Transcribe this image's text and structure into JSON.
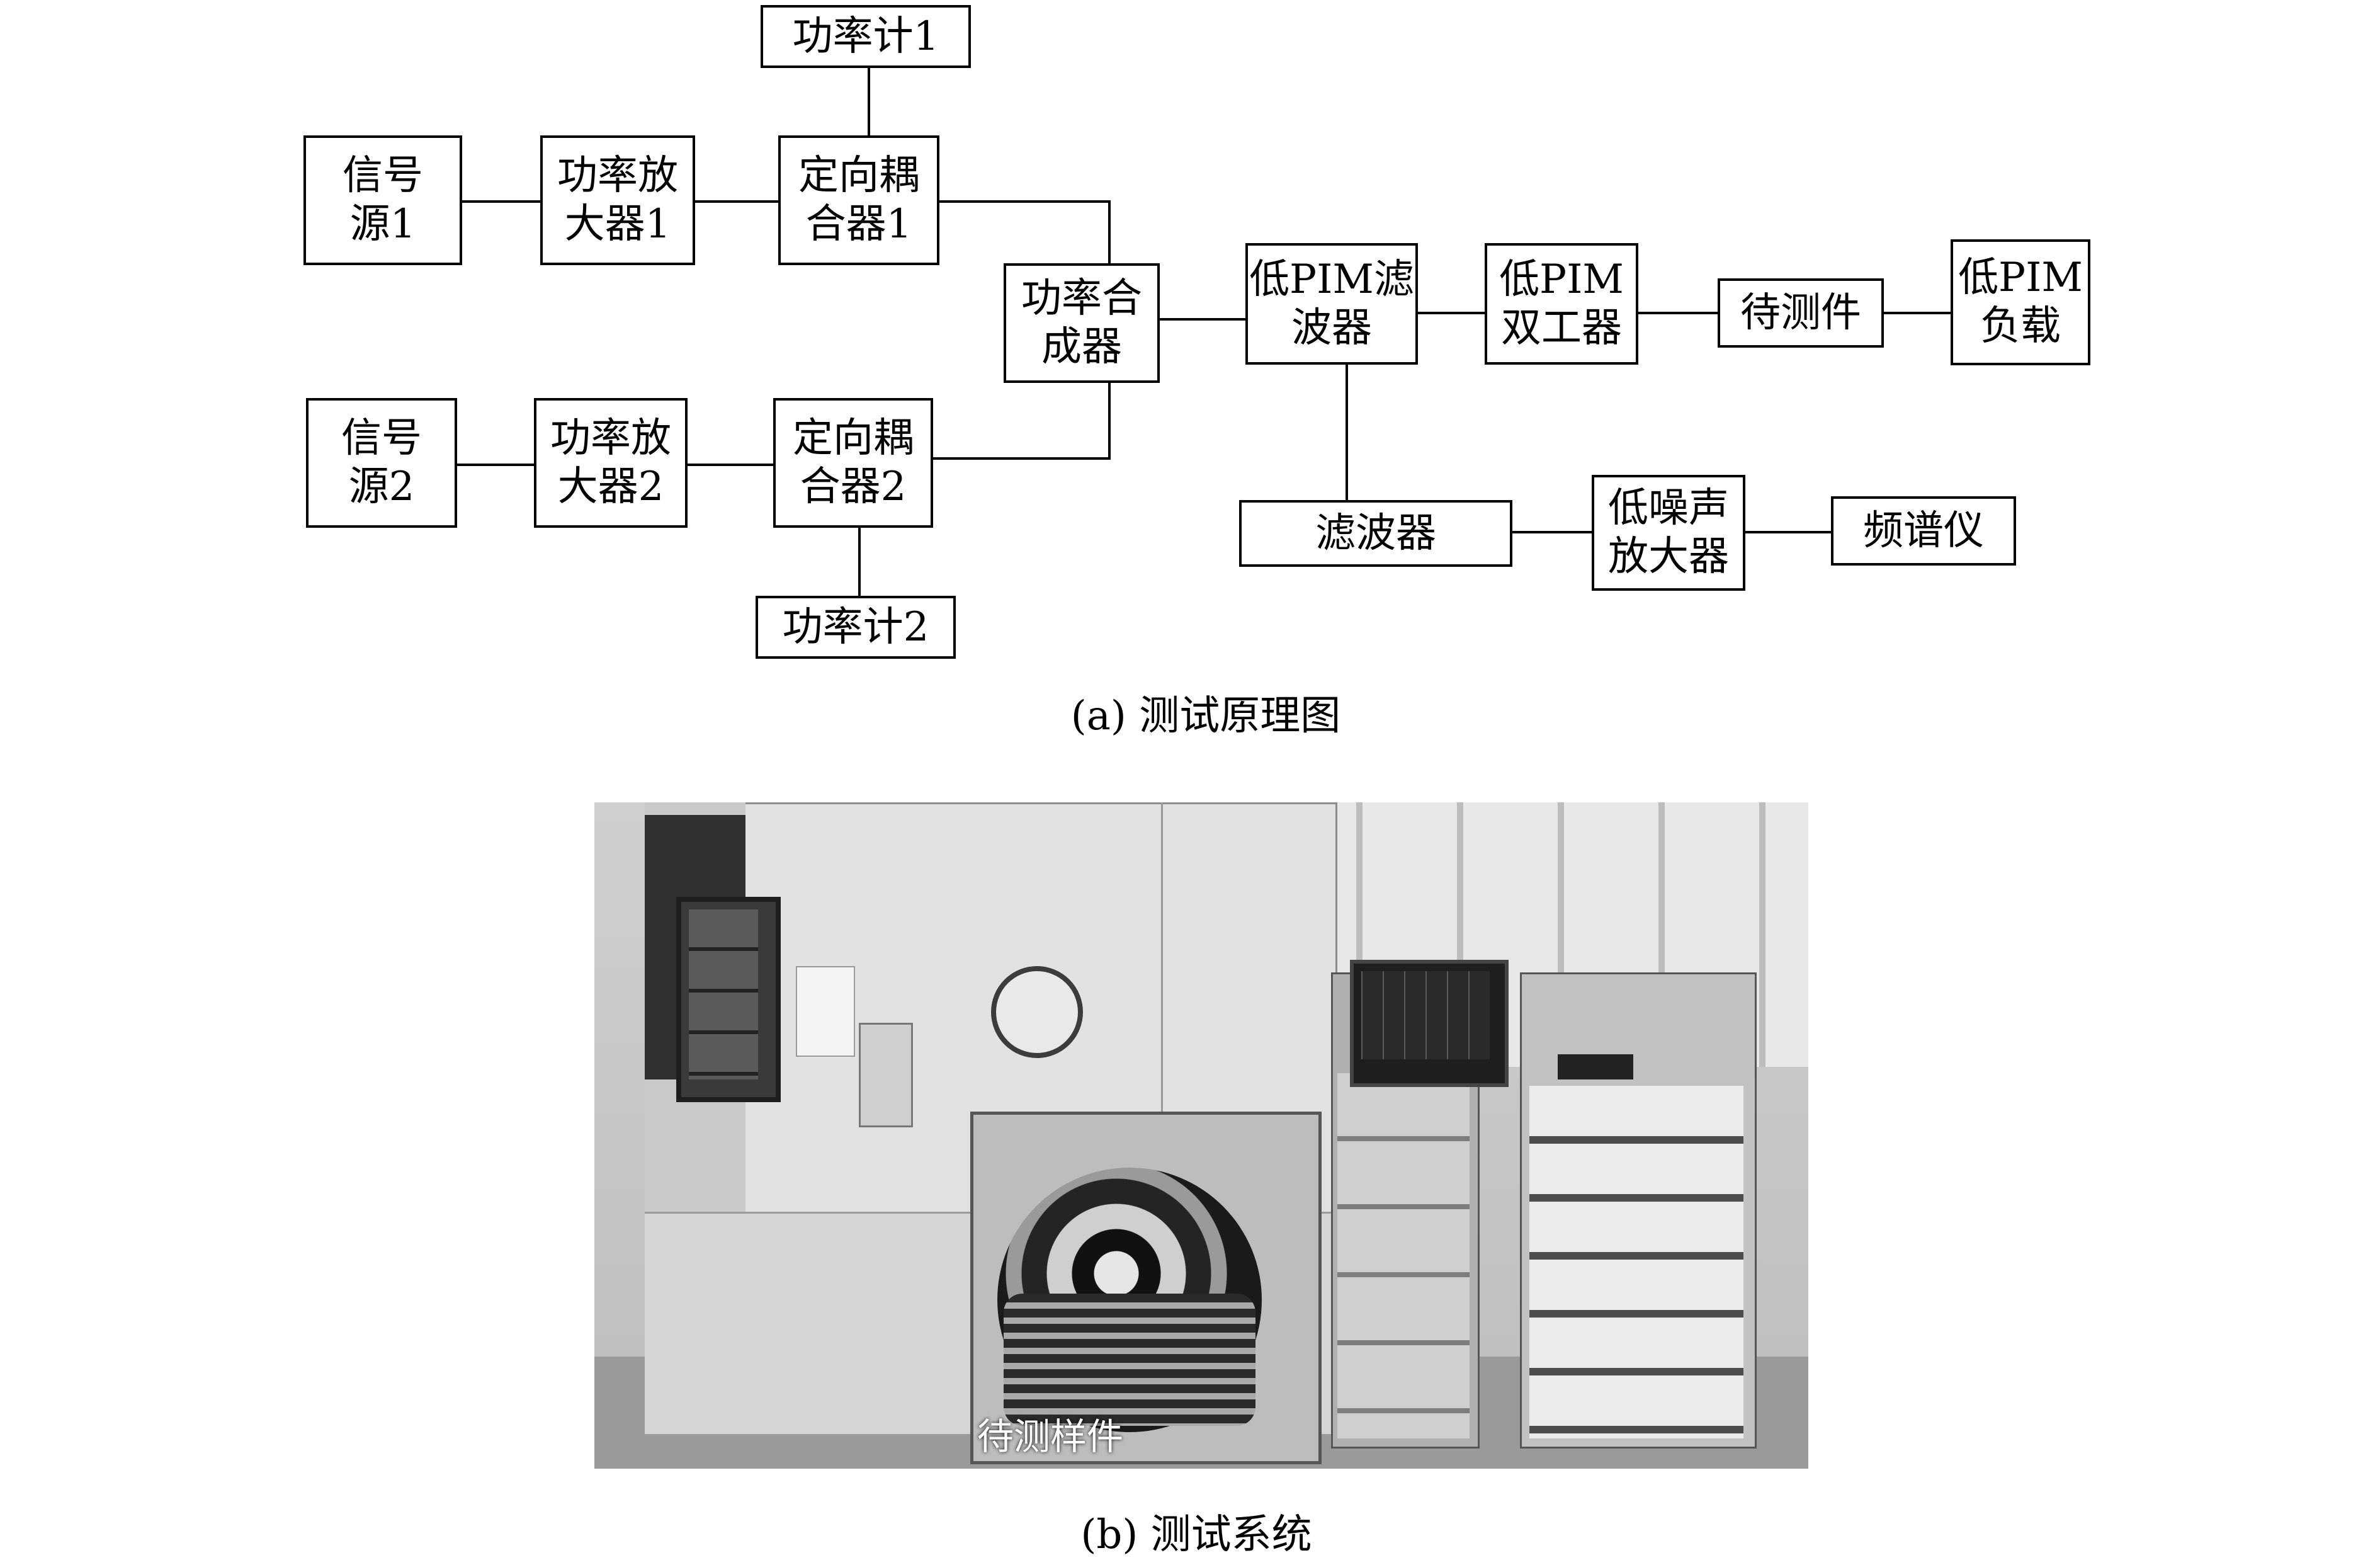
{
  "diagram": {
    "blocks": {
      "power_meter_1": "功率计1",
      "signal_source_1": "信号\n源1",
      "power_amp_1": "功率放\n大器1",
      "dir_coupler_1": "定向耦\n合器1",
      "power_combiner": "功率合\n成器",
      "low_pim_filter": "低PIM滤\n波器",
      "low_pim_duplexer": "低PIM\n双工器",
      "dut": "待测件",
      "low_pim_load": "低PIM\n负载",
      "signal_source_2": "信号\n源2",
      "power_amp_2": "功率放\n大器2",
      "dir_coupler_2": "定向耦\n合器2",
      "power_meter_2": "功率计2",
      "filter": "滤波器",
      "lna": "低噪声\n放大器",
      "spectrum_analyzer": "频谱仪"
    },
    "caption": "(a) 测试原理图"
  },
  "photo": {
    "inset_label": "待测样件",
    "caption": "(b) 测试系统"
  }
}
